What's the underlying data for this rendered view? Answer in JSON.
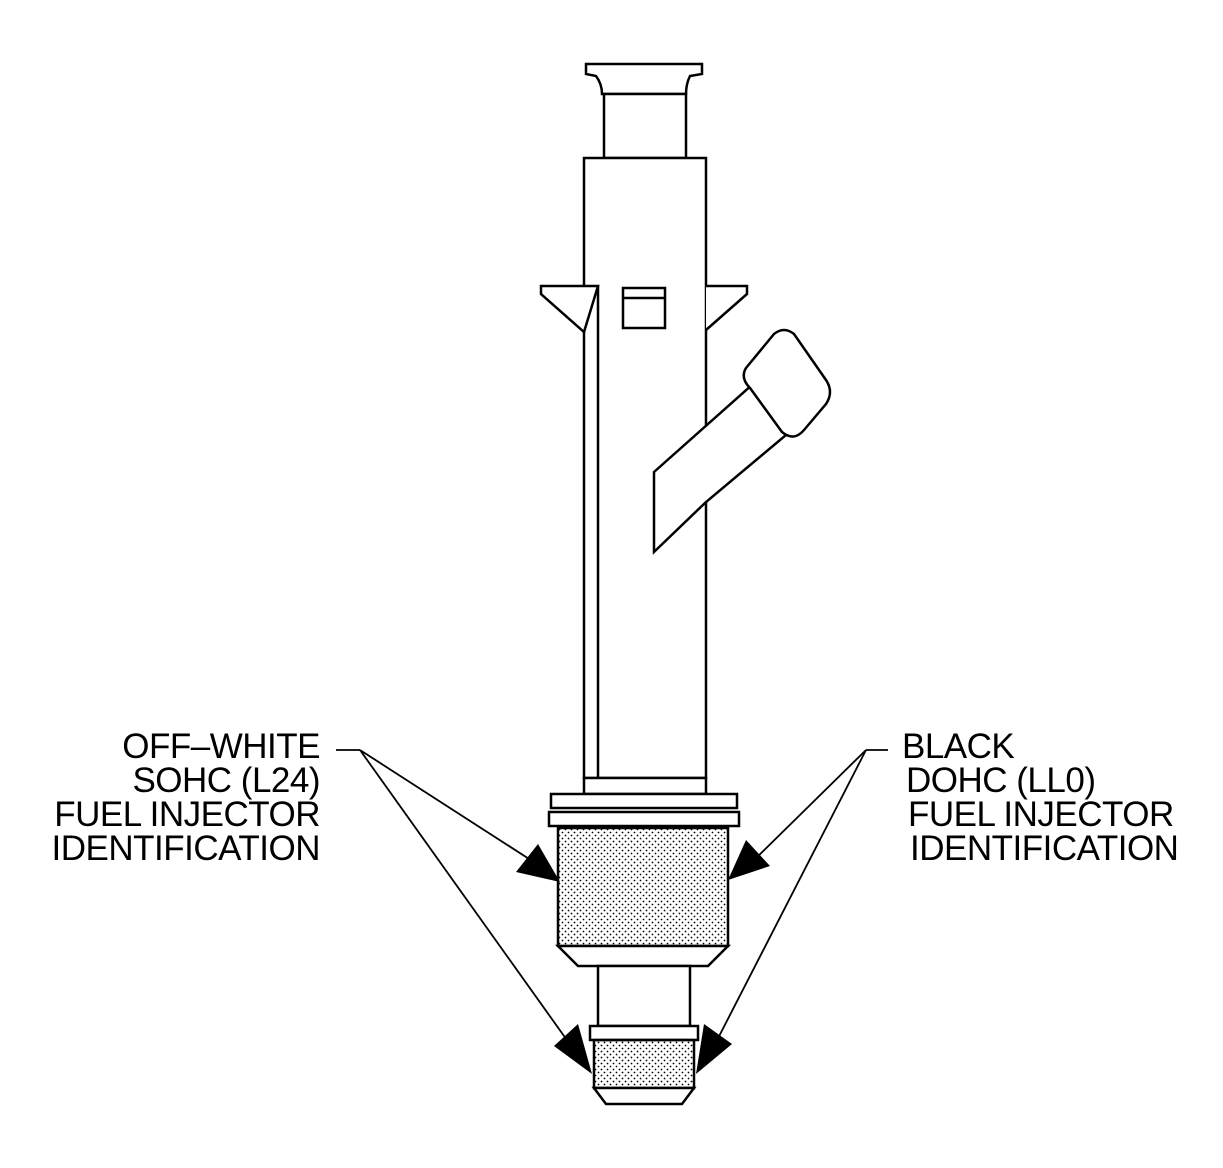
{
  "labels": {
    "left": {
      "line1": "OFF–WHITE",
      "line2": "SOHC (L24)",
      "line3": "FUEL INJECTOR",
      "line4": "IDENTIFICATION"
    },
    "right": {
      "line1": "BLACK",
      "line2": "DOHC (LL0)",
      "line3": "FUEL INJECTOR",
      "line4": "IDENTIFICATION"
    }
  },
  "colors": {
    "line": "#000000",
    "background": "#ffffff",
    "stipple": "#000000"
  }
}
